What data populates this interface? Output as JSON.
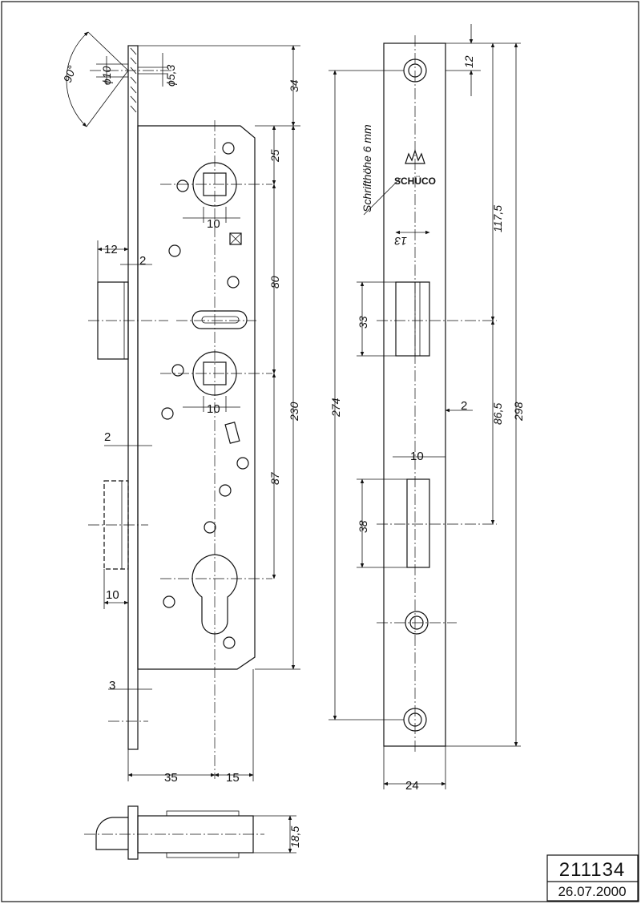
{
  "title_block": {
    "article_number": "211134",
    "date": "26.07.2000"
  },
  "faceplate": {
    "brand": "SCHÜCO",
    "lettering_note": "Schrifthöhe 6 mm"
  },
  "dimensions": {
    "angle": "90°",
    "bore_d10": "ϕ10",
    "bore_d53": "ϕ5,3",
    "d34": "34",
    "d25": "25",
    "d10_top": "10",
    "d80": "80",
    "d10_mid": "10",
    "d230": "230",
    "d87": "87",
    "d12_left": "12",
    "d2_upper": "2",
    "d2_lower": "2",
    "d10_left": "10",
    "d3": "3",
    "d35": "35",
    "d15": "15",
    "d18_5": "18,5",
    "d12_right": "12",
    "d117_5": "117,5",
    "d13": "13",
    "d33": "33",
    "d274": "274",
    "d298": "298",
    "d86_5": "86,5",
    "d2_right": "2",
    "d10_right": "10",
    "d38": "38",
    "d24": "24"
  }
}
